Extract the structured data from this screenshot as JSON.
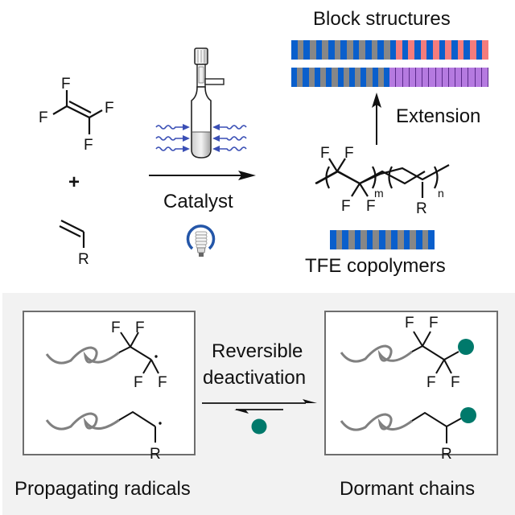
{
  "colors": {
    "tfe_blue": "#0a5fcc",
    "comonomer_gray": "#878787",
    "block_pink": "#f47c7c",
    "block_purple": "#b57ae0",
    "purple_divider": "#5a2a8a",
    "capping_teal": "#00796b",
    "chain_gray": "#808080",
    "irradiation_blue": "#3a4fb5",
    "panel_bg": "#f2f2f2"
  },
  "top": {
    "monomer_tfe": {
      "atoms": [
        "F",
        "F",
        "F",
        "F"
      ]
    },
    "plus_sign": "+",
    "monomer_vinyl": {
      "substituent": "R"
    },
    "reaction": {
      "condition_label": "Catalyst",
      "light_icon": "light-bulb-icon",
      "reactor_icon": "reaction-vessel-icon"
    },
    "polymer": {
      "atoms_top": [
        "F",
        "F"
      ],
      "atoms_bottom": [
        "F",
        "F"
      ],
      "substituent": "R",
      "subscript_m": "m",
      "subscript_n": "n"
    },
    "copolymer_label": "TFE copolymers",
    "copolymer_bar": {
      "pattern": [
        "blue",
        "gray",
        "blue",
        "gray",
        "blue",
        "gray",
        "blue",
        "gray",
        "blue",
        "gray",
        "blue",
        "gray",
        "blue",
        "gray",
        "blue",
        "gray",
        "blue"
      ]
    },
    "extension_label": "Extension",
    "block_title": "Block structures",
    "block_bars": [
      {
        "segment_a": [
          "blue",
          "gray",
          "blue",
          "gray",
          "blue",
          "gray",
          "blue",
          "gray",
          "blue",
          "gray",
          "blue",
          "gray",
          "blue",
          "gray",
          "blue",
          "gray",
          "blue"
        ],
        "segment_b": [
          "pink",
          "blue",
          "pink",
          "blue",
          "pink",
          "blue",
          "pink",
          "blue",
          "pink",
          "blue",
          "pink",
          "blue",
          "pink",
          "blue",
          "pink"
        ]
      },
      {
        "segment_a": [
          "blue",
          "gray",
          "blue",
          "gray",
          "blue",
          "gray",
          "blue",
          "gray",
          "blue",
          "gray",
          "blue",
          "gray",
          "blue",
          "gray",
          "blue",
          "gray",
          "blue"
        ],
        "segment_b_purple_units": 15
      }
    ]
  },
  "bottom": {
    "left_box": {
      "caption": "Propagating radicals",
      "species": [
        {
          "type": "fluorinated",
          "atoms": [
            "F",
            "F",
            "F",
            "F"
          ],
          "end": "radical"
        },
        {
          "type": "vinyl",
          "substituent": "R",
          "end": "radical"
        }
      ]
    },
    "equilibrium": {
      "label_line1": "Reversible",
      "label_line2": "deactivation",
      "agent": "capping-agent-dot"
    },
    "right_box": {
      "caption": "Dormant chains",
      "species": [
        {
          "type": "fluorinated",
          "atoms": [
            "F",
            "F",
            "F",
            "F"
          ],
          "end": "capped"
        },
        {
          "type": "vinyl",
          "substituent": "R",
          "end": "capped"
        }
      ]
    }
  }
}
